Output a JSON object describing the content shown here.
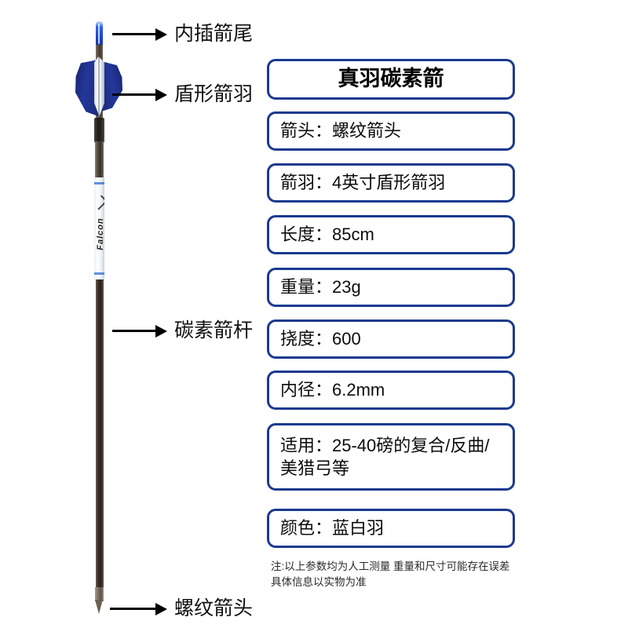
{
  "product_photo": {
    "alt": "blue-white fletched carbon arrow",
    "brand_text": "Falcon",
    "parts": {
      "nock": "nock",
      "vanes": "shield-vanes",
      "wrap": "brand-wrap",
      "shaft": "carbon-shaft",
      "point": "screw-in-point"
    }
  },
  "callouts": [
    {
      "id": "nock",
      "label": "内插箭尾"
    },
    {
      "id": "vane",
      "label": "盾形箭羽"
    },
    {
      "id": "shaft",
      "label": "碳素箭杆"
    },
    {
      "id": "point",
      "label": "螺纹箭头"
    }
  ],
  "panel": {
    "title": "真羽碳素箭",
    "specs": [
      {
        "key": "箭头",
        "value": "螺纹箭头",
        "text": "箭头：螺纹箭头"
      },
      {
        "key": "箭羽",
        "value": "4英寸盾形箭羽",
        "text": "箭羽：4英寸盾形箭羽"
      },
      {
        "key": "长度",
        "value": "85cm",
        "text": "长度：85cm"
      },
      {
        "key": "重量",
        "value": "23g",
        "text": "重量：23g"
      },
      {
        "key": "挠度",
        "value": "600",
        "text": "挠度：600"
      },
      {
        "key": "内径",
        "value": "6.2mm",
        "text": "内径：6.2mm"
      },
      {
        "key": "适用",
        "value": "25-40磅的复合/反曲/美猎弓等",
        "text": "适用：25-40磅的复合/反曲/美猎弓等"
      },
      {
        "key": "颜色",
        "value": "蓝白羽",
        "text": "颜色：蓝白羽"
      }
    ],
    "note_line1": "注:以上参数均为人工测量 重量和尺寸可能存在误差",
    "note_line2": "具体信息以实物为准"
  },
  "colors": {
    "box_border": "#1b3a8f",
    "vane_blue": "#24379a",
    "nock_blue": "#2f62e0",
    "shaft_dark": "#3a3028",
    "text": "#0c0c0c",
    "background": "#ffffff"
  }
}
